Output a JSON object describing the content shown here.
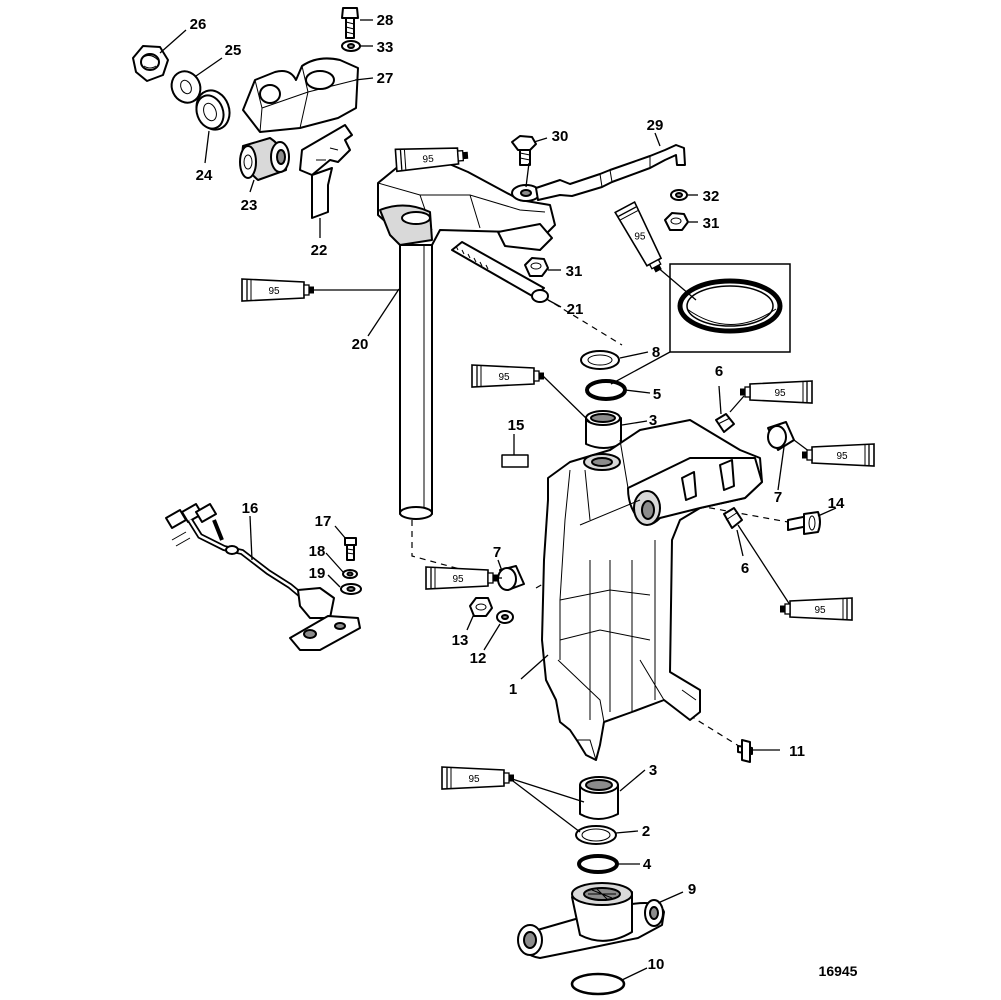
{
  "figure_number": "16945",
  "lubricant_label": "95",
  "callouts": [
    {
      "key": "c26",
      "text": "26"
    },
    {
      "key": "c25",
      "text": "25"
    },
    {
      "key": "c24",
      "text": "24"
    },
    {
      "key": "c23",
      "text": "23"
    },
    {
      "key": "c22",
      "text": "22"
    },
    {
      "key": "c28",
      "text": "28"
    },
    {
      "key": "c33",
      "text": "33"
    },
    {
      "key": "c27",
      "text": "27"
    },
    {
      "key": "c30",
      "text": "30"
    },
    {
      "key": "c29",
      "text": "29"
    },
    {
      "key": "c32",
      "text": "32"
    },
    {
      "key": "c31a",
      "text": "31"
    },
    {
      "key": "c31b",
      "text": "31"
    },
    {
      "key": "c21",
      "text": "21"
    },
    {
      "key": "c20",
      "text": "20"
    },
    {
      "key": "c8",
      "text": "8"
    },
    {
      "key": "c5",
      "text": "5"
    },
    {
      "key": "c3a",
      "text": "3"
    },
    {
      "key": "c6a",
      "text": "6"
    },
    {
      "key": "c15",
      "text": "15"
    },
    {
      "key": "c7a",
      "text": "7"
    },
    {
      "key": "c14",
      "text": "14"
    },
    {
      "key": "c6b",
      "text": "6"
    },
    {
      "key": "c16",
      "text": "16"
    },
    {
      "key": "c17",
      "text": "17"
    },
    {
      "key": "c18",
      "text": "18"
    },
    {
      "key": "c19",
      "text": "19"
    },
    {
      "key": "c7b",
      "text": "7"
    },
    {
      "key": "c13",
      "text": "13"
    },
    {
      "key": "c12",
      "text": "12"
    },
    {
      "key": "c1",
      "text": "1"
    },
    {
      "key": "c11",
      "text": "11"
    },
    {
      "key": "c3b",
      "text": "3"
    },
    {
      "key": "c2",
      "text": "2"
    },
    {
      "key": "c4",
      "text": "4"
    },
    {
      "key": "c9",
      "text": "9"
    },
    {
      "key": "c10",
      "text": "10"
    }
  ]
}
